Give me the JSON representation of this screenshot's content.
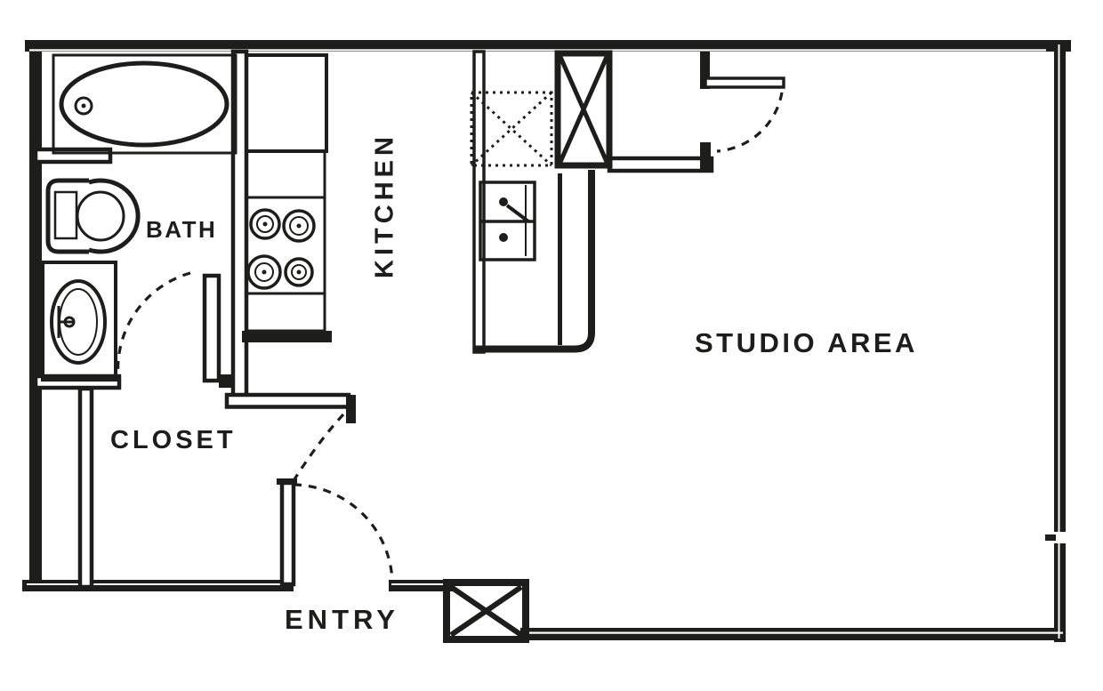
{
  "colors": {
    "background": "#ffffff",
    "line": "#1d1d1b"
  },
  "plan": {
    "type": "studio-apartment-floor-plan",
    "rooms": {
      "bath": {
        "label": "BATH"
      },
      "kitchen": {
        "label": "KITCHEN"
      },
      "closet": {
        "label": "CLOSET"
      },
      "entry": {
        "label": "ENTRY"
      },
      "studio": {
        "label": "STUDIO AREA"
      }
    },
    "fixtures": [
      "bathtub",
      "tub-drain",
      "toilet",
      "bathroom-sink",
      "bath-door-swing",
      "closet-door-swing",
      "entry-door-swing",
      "studio-closet-door-swing",
      "refrigerator-counter",
      "range-four-burners",
      "kitchen-counter",
      "kitchen-island",
      "double-basin-sink",
      "overhead-cabinet-dashed-x",
      "utility-x-box",
      "entry-column-x-box"
    ]
  }
}
